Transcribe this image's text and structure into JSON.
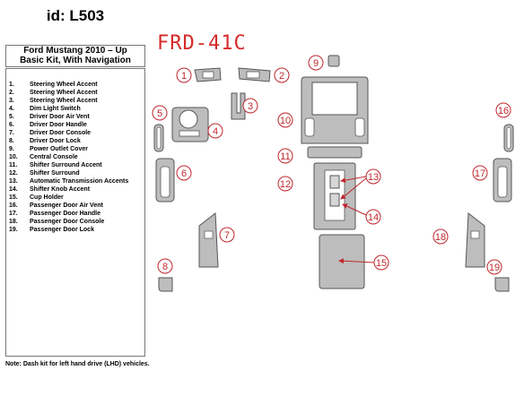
{
  "header": {
    "id_label": "id: L503",
    "model_line": "Ford Mustang 2010 – Up",
    "kit_line": "Basic Kit, With Navigation",
    "code": "FRD-41C"
  },
  "legend": [
    {
      "num": "1.",
      "label": "Steering Wheel Accent"
    },
    {
      "num": "2.",
      "label": "Steering Wheel Accent"
    },
    {
      "num": "3.",
      "label": "Steering Wheel Accent"
    },
    {
      "num": "4.",
      "label": "Dim Light Switch"
    },
    {
      "num": "5.",
      "label": "Driver Door Air Vent"
    },
    {
      "num": "6.",
      "label": "Driver Door Handle"
    },
    {
      "num": "7.",
      "label": "Driver Door Console"
    },
    {
      "num": "8.",
      "label": "Driver Door Lock"
    },
    {
      "num": "9.",
      "label": "Power Outlet Cover"
    },
    {
      "num": "10.",
      "label": "Central Console"
    },
    {
      "num": "11.",
      "label": "Shifter Surround Accent"
    },
    {
      "num": "12.",
      "label": "Shifter Surround"
    },
    {
      "num": "13.",
      "label": "Automatic Transmission Accents"
    },
    {
      "num": "14.",
      "label": "Shifter Knob Accent"
    },
    {
      "num": "15.",
      "label": "Cup Holder"
    },
    {
      "num": "16.",
      "label": "Passenger Door Air Vent"
    },
    {
      "num": "17.",
      "label": "Passenger Door Handle"
    },
    {
      "num": "18.",
      "label": "Passenger Door Console"
    },
    {
      "num": "19.",
      "label": "Passenger Door Lock"
    }
  ],
  "callouts": [
    "1",
    "2",
    "3",
    "4",
    "5",
    "6",
    "7",
    "8",
    "9",
    "10",
    "11",
    "12",
    "13",
    "14",
    "15",
    "16",
    "17",
    "18",
    "19"
  ],
  "note": "Note: Dash kit for left hand drive (LHD)  vehicles.",
  "colors": {
    "callout": "#c0272d",
    "part_fill": "#bdbdbd",
    "code": "#d62a2a"
  }
}
